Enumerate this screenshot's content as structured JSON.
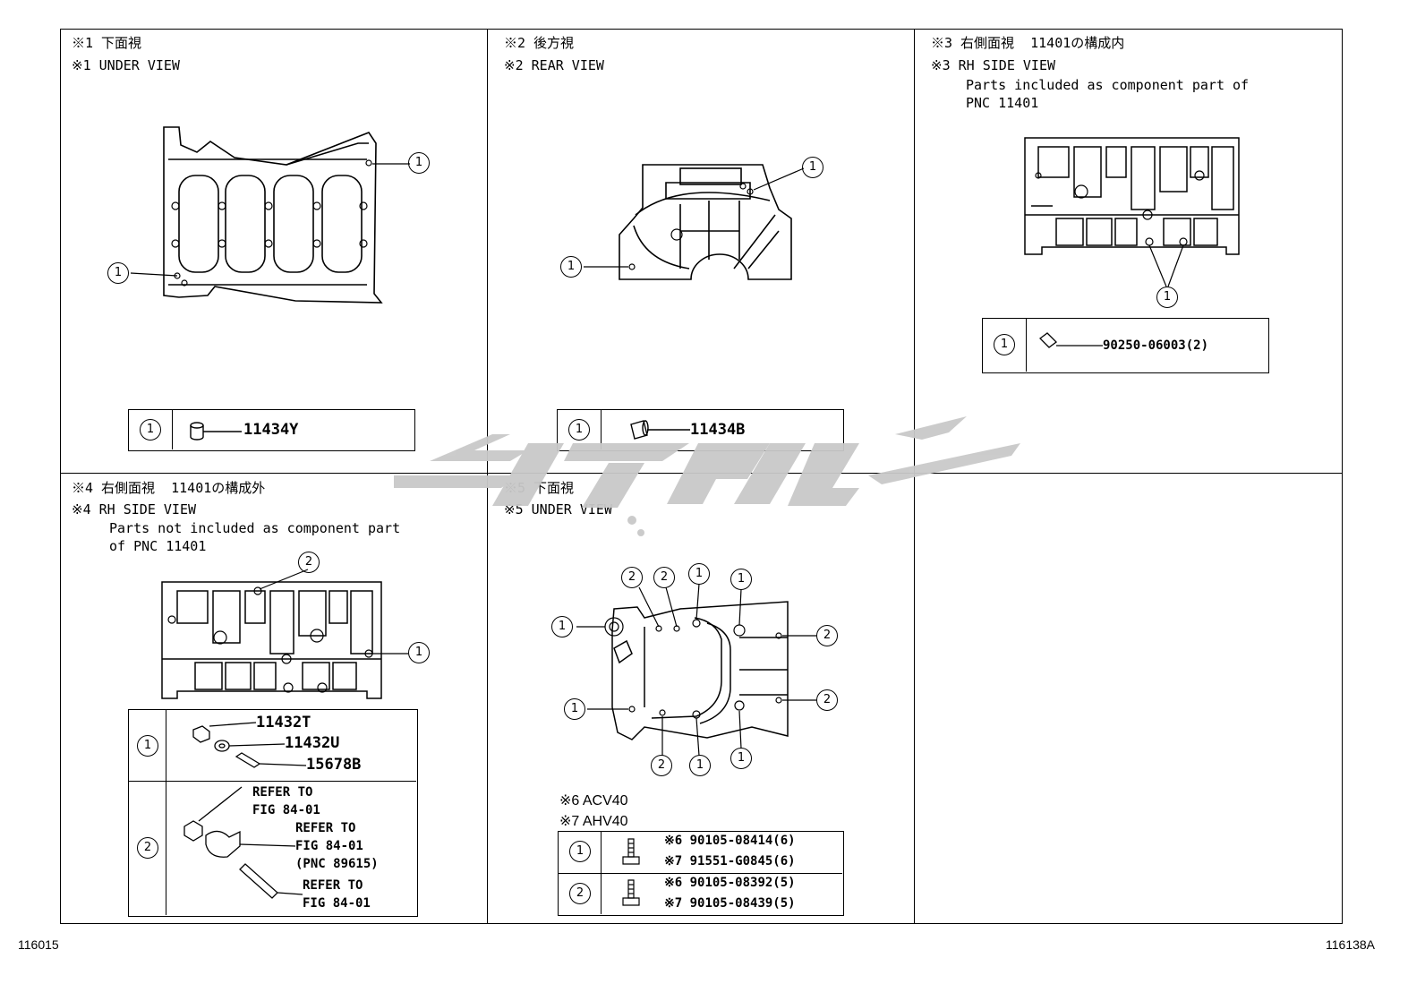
{
  "panels": [
    {
      "id": "p1",
      "header_jp": "※1 下面視",
      "header_en": "※1 UNDER VIEW",
      "callouts": [
        "1",
        "1"
      ],
      "parts_table": {
        "rows": [
          {
            "ref": "1",
            "items": [
              "11434Y"
            ]
          }
        ]
      }
    },
    {
      "id": "p2",
      "header_jp": "※2 後方視",
      "header_en": "※2 REAR VIEW",
      "callouts": [
        "1",
        "1"
      ],
      "parts_table": {
        "rows": [
          {
            "ref": "1",
            "items": [
              "11434B"
            ]
          }
        ]
      }
    },
    {
      "id": "p3",
      "header_jp": "※3 右側面視  11401の構成内",
      "header_en": "※3 RH SIDE VIEW",
      "note": "Parts included as component part of\nPNC 11401",
      "callouts": [
        "1"
      ],
      "parts_table": {
        "rows": [
          {
            "ref": "1",
            "items": [
              "90250-06003(2)"
            ]
          }
        ]
      }
    },
    {
      "id": "p4",
      "header_jp": "※4 右側面視  11401の構成外",
      "header_en": "※4 RH SIDE VIEW",
      "note": "Parts not included as component part\nof PNC 11401",
      "callouts": [
        "2",
        "1"
      ],
      "parts_table": {
        "rows": [
          {
            "ref": "1",
            "items": [
              "11432T",
              "11432U",
              "15678B"
            ]
          },
          {
            "ref": "2",
            "items": [
              "REFER TO\nFIG 84-01",
              "REFER TO\nFIG 84-01\n(PNC 89615)",
              "REFER TO\nFIG 84-01"
            ]
          }
        ]
      }
    },
    {
      "id": "p5",
      "header_jp": "※5 下面視",
      "header_en": "※5 UNDER VIEW",
      "callouts": [
        "2",
        "2",
        "1",
        "1",
        "1",
        "2",
        "1",
        "2",
        "2",
        "1",
        "1"
      ],
      "variants": [
        "※6 ACV40",
        "※7 AHV40"
      ],
      "parts_table": {
        "rows": [
          {
            "ref": "1",
            "items": [
              "※6 90105-08414(6)",
              "※7 91551-G0845(6)"
            ]
          },
          {
            "ref": "2",
            "items": [
              "※6 90105-08392(5)",
              "※7 90105-08439(5)"
            ]
          }
        ]
      }
    }
  ],
  "footer": {
    "left_code": "116015",
    "right_code": "116138A"
  },
  "colors": {
    "line": "#000000",
    "watermark": "#c9c9c9"
  }
}
